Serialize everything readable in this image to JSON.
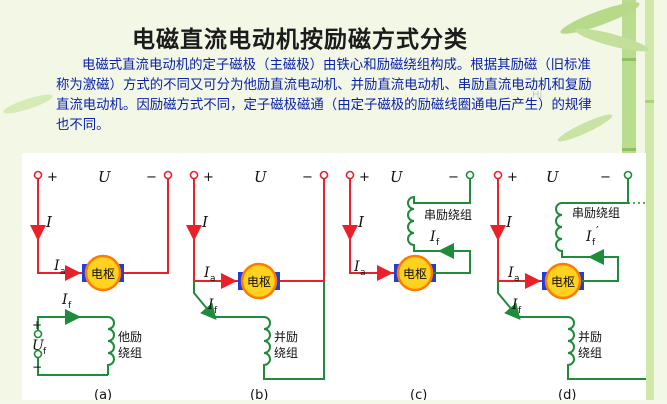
{
  "title": "电磁直流电动机按励磁方式分类",
  "paragraph": "电磁式直流电动机的定子磁极（主磁极）由铁心和励磁绕组构成。根据其励磁（旧标准称为激磁）方式的不同又可分为他励直流电动机、并励直流电动机、串励直流电动机和复励直流电动机。因励磁方式不同，定子磁极磁通（由定子磁极的励磁线圈通电后产生）的规律也不同。",
  "watermark": "Hi",
  "labels": {
    "plus": "+",
    "minus": "−",
    "voltage": "U",
    "current": "I",
    "armature_current": "I",
    "armature_sub": "a",
    "field_current": "I",
    "field_sub": "f",
    "field_voltage": "U",
    "field_voltage_sub": "f",
    "armature": "电枢"
  },
  "circuits": [
    {
      "caption": "(a)",
      "winding_top": "他励",
      "winding_bottom": "绕组"
    },
    {
      "caption": "(b)",
      "winding_top": "并励",
      "winding_bottom": "绕组"
    },
    {
      "caption": "(c)",
      "series_winding": "串励绕组"
    },
    {
      "caption": "(d)",
      "series_winding": "串励绕组",
      "winding_top": "并励",
      "winding_bottom": "绕组",
      "prime": "′"
    }
  ],
  "colors": {
    "wire_red": "#e8212b",
    "wire_green": "#1e8c3a",
    "armature_fill": "#ffd21f",
    "armature_ring": "#ff7a00",
    "brush_blue": "#1f3fd8"
  }
}
